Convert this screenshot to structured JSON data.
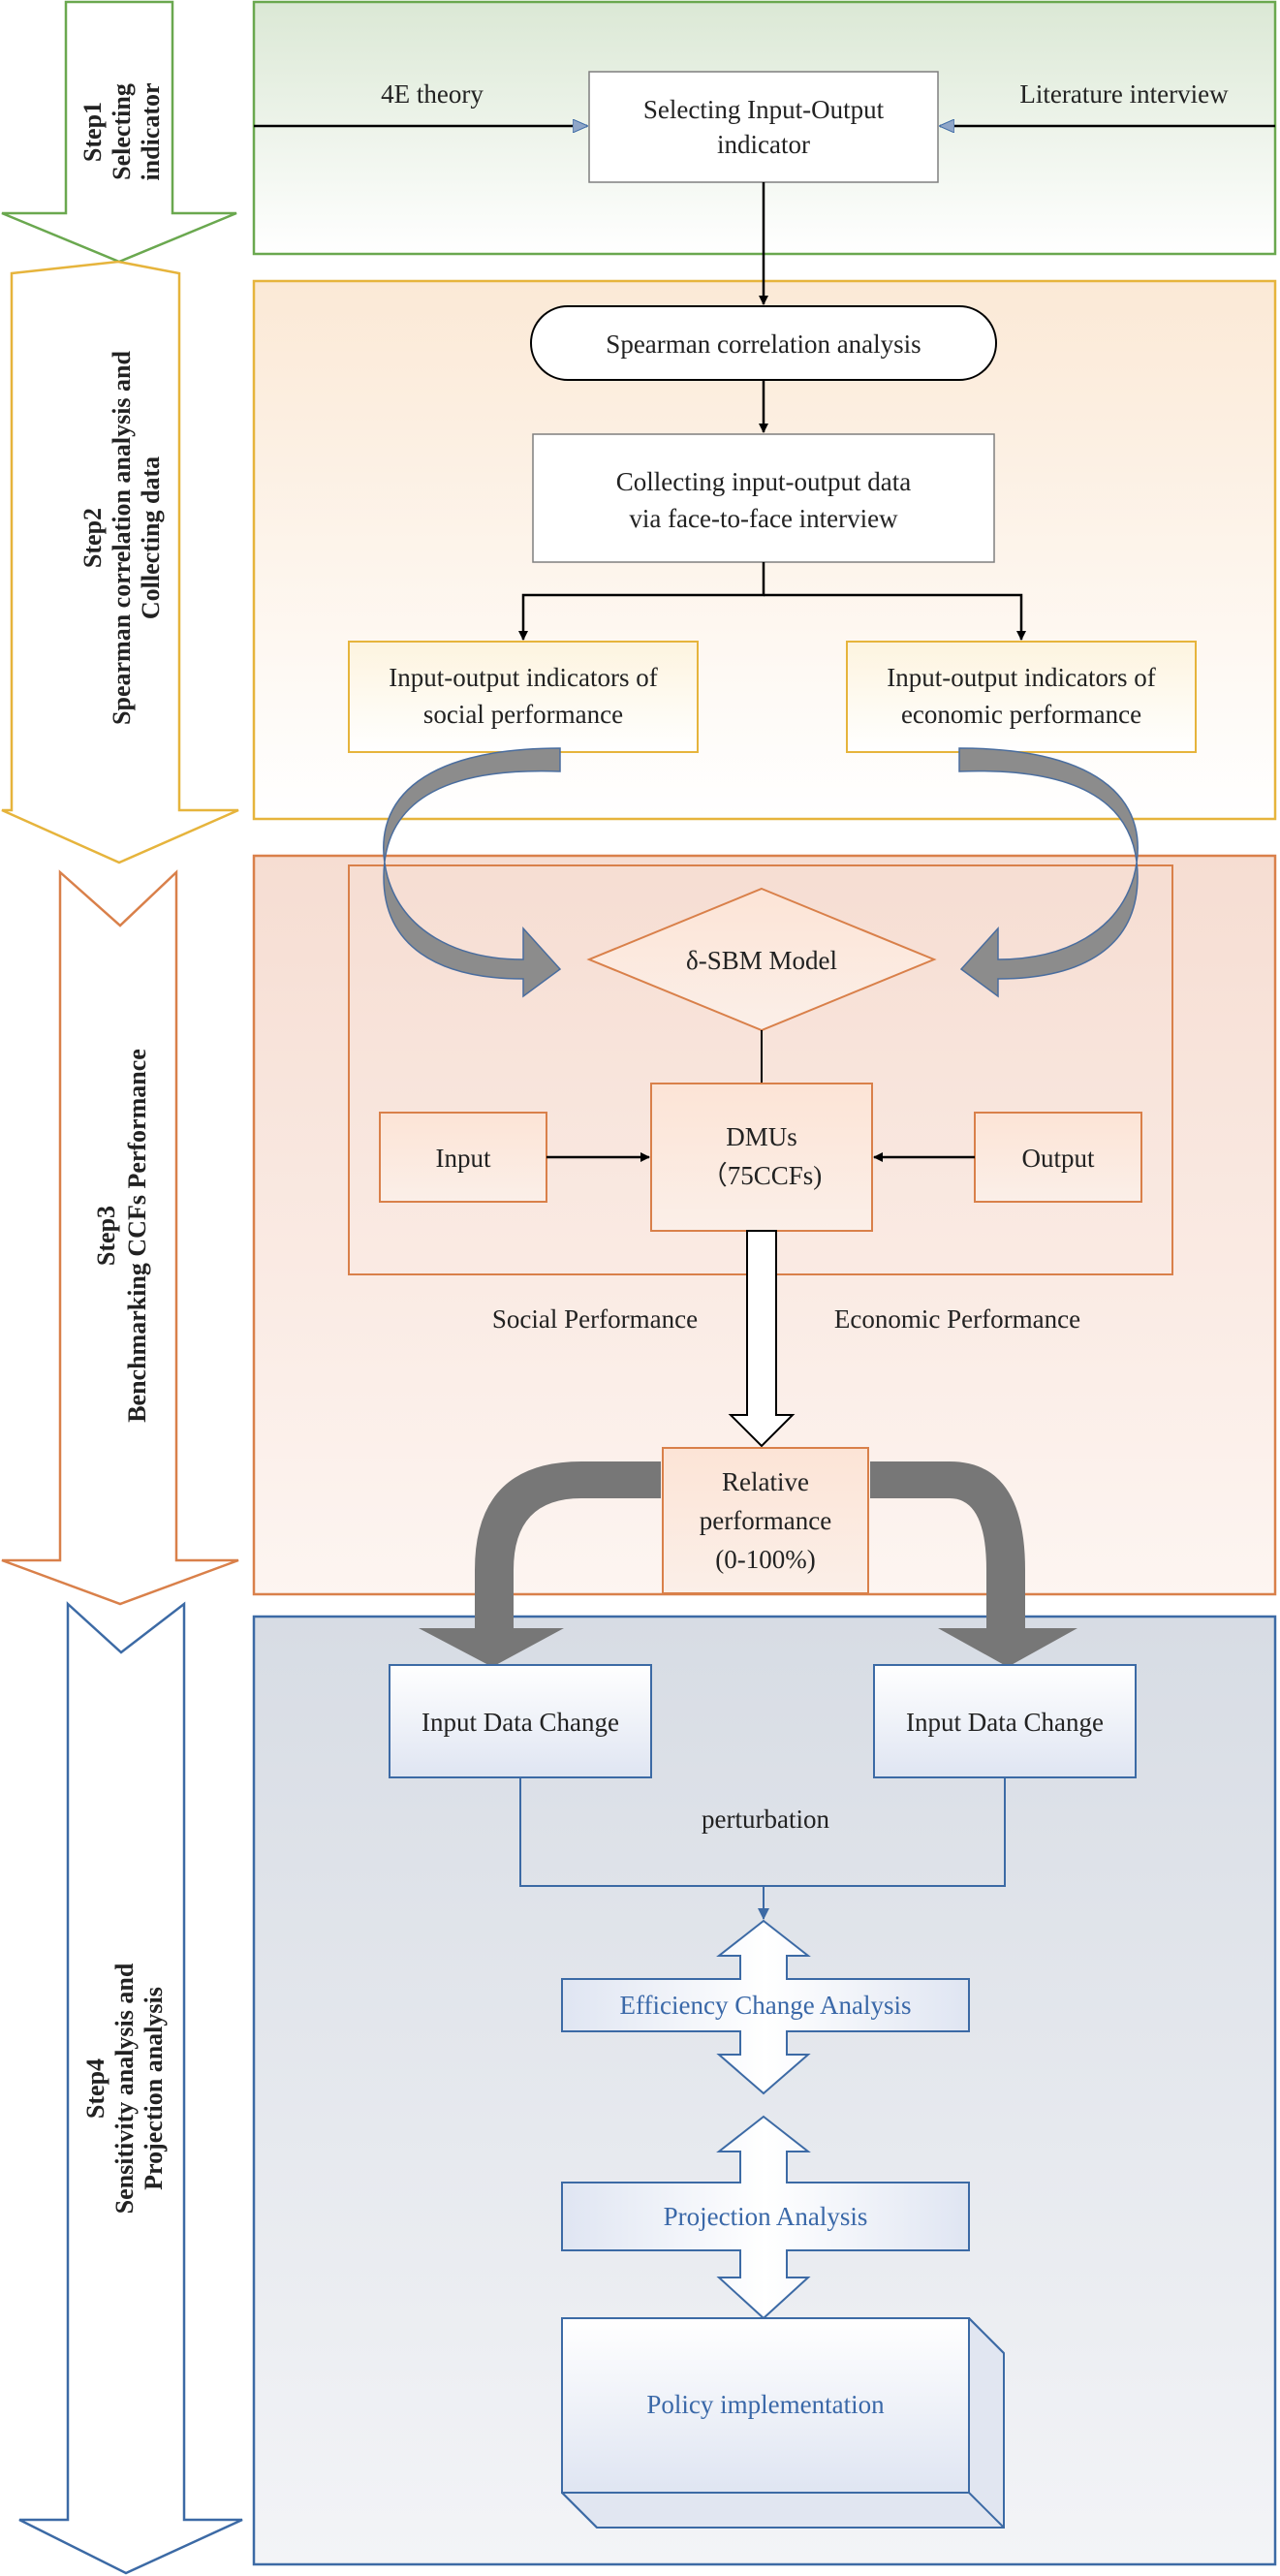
{
  "colors": {
    "step1": "#6aa84f",
    "step2": "#e6b43c",
    "step3": "#d9804a",
    "step4": "#3c6aa5",
    "big_arrow": "#7f7f7f",
    "blue_text": "#3a68a8"
  },
  "steps": [
    {
      "title": "Step1",
      "subtitle": [
        "Selecting",
        "indicator"
      ]
    },
    {
      "title": "Step2",
      "subtitle": [
        "Spearman correlation analysis and",
        "Collecting data"
      ]
    },
    {
      "title": "Step3",
      "subtitle": [
        "Benchmarking CCFs Performance"
      ]
    },
    {
      "title": "Step4",
      "subtitle": [
        "Sensitivity analysis and",
        "Projection analysis"
      ]
    }
  ],
  "step1": {
    "left_label": "4E theory",
    "right_label": "Literature  interview",
    "box": [
      "Selecting Input-Output",
      "indicator"
    ]
  },
  "step2": {
    "spearman": "Spearman correlation analysis",
    "collect": [
      "Collecting input-output data",
      "via face-to-face interview"
    ],
    "social": [
      "Input-output indicators of",
      "social performance"
    ],
    "economic": [
      "Input-output indicators of",
      "economic performance"
    ]
  },
  "step3": {
    "model": "δ-SBM Model",
    "input": "Input",
    "dmus": [
      "DMUs",
      "（75CCFs)"
    ],
    "output": "Output",
    "social_perf": "Social Performance",
    "economic_perf": "Economic Performance",
    "relative": [
      "Relative",
      "performance",
      "(0-100%)"
    ]
  },
  "step4": {
    "change_left": "Input Data Change",
    "change_right": "Input Data Change",
    "perturbation": "perturbation",
    "efficiency": "Efficiency Change Analysis",
    "projection": "Projection Analysis",
    "policy": "Policy implementation"
  }
}
